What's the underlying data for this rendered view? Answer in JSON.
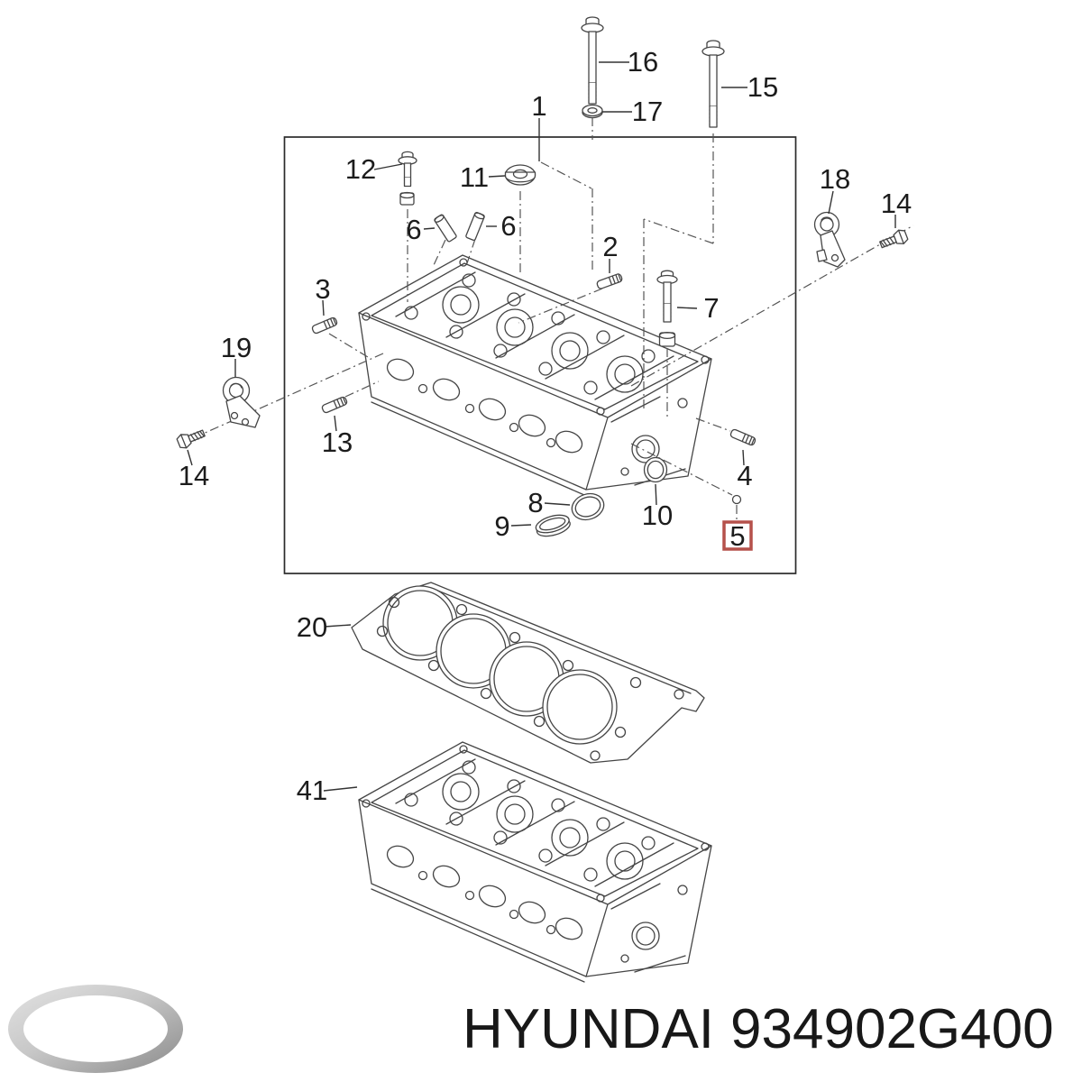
{
  "diagram": {
    "type": "exploded-parts-diagram",
    "subject": "cylinder head assembly",
    "labels": [
      {
        "id": "16",
        "text": "16"
      },
      {
        "id": "15",
        "text": "15"
      },
      {
        "id": "17",
        "text": "17"
      },
      {
        "id": "1",
        "text": "1"
      },
      {
        "id": "12",
        "text": "12"
      },
      {
        "id": "11",
        "text": "11"
      },
      {
        "id": "6a",
        "text": "6"
      },
      {
        "id": "6b",
        "text": "6"
      },
      {
        "id": "2",
        "text": "2"
      },
      {
        "id": "18",
        "text": "18"
      },
      {
        "id": "14a",
        "text": "14"
      },
      {
        "id": "7",
        "text": "7"
      },
      {
        "id": "3",
        "text": "3"
      },
      {
        "id": "19",
        "text": "19"
      },
      {
        "id": "13",
        "text": "13"
      },
      {
        "id": "14b",
        "text": "14"
      },
      {
        "id": "8",
        "text": "8"
      },
      {
        "id": "9",
        "text": "9"
      },
      {
        "id": "10",
        "text": "10"
      },
      {
        "id": "4",
        "text": "4"
      },
      {
        "id": "5",
        "text": "5",
        "highlighted": true
      },
      {
        "id": "20",
        "text": "20"
      },
      {
        "id": "41",
        "text": "41"
      }
    ],
    "highlight_color": "#b5514b"
  },
  "footer": {
    "brand": "HYUNDAI",
    "part_number": "934902G400",
    "logo": "hyundai-logo"
  },
  "colors": {
    "background": "#ffffff",
    "line": "#454545",
    "label_text": "#1c1c1c",
    "highlight_box": "#b5514b",
    "logo_silver": "#b9b9b9"
  }
}
